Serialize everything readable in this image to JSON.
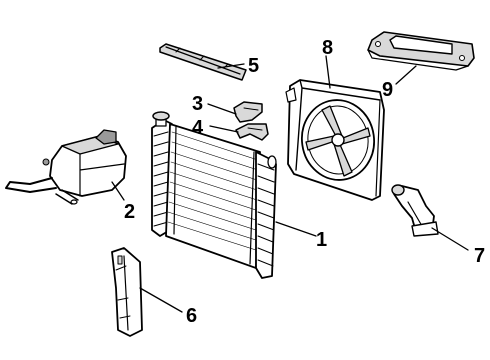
{
  "callouts": {
    "radiator": "1",
    "coolant_reservoir": "2",
    "upper_bracket_3": "3",
    "lower_bracket_4": "4",
    "top_seal_5": "5",
    "side_baffle_6": "6",
    "inlet_outlet_7": "7",
    "fan_shroud_8": "8",
    "support_bracket_9": "9"
  }
}
